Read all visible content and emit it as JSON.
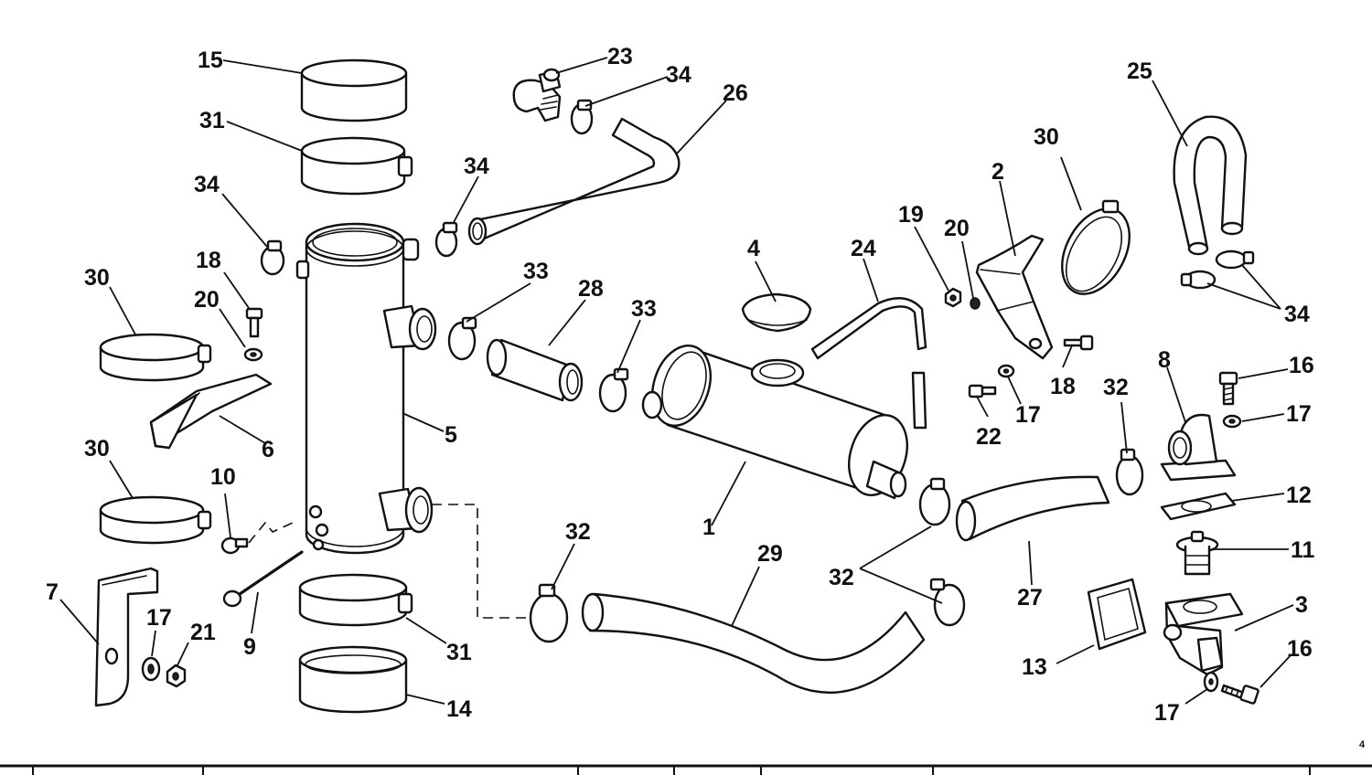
{
  "diagram": {
    "page_marker": "4",
    "callouts": [
      {
        "id": "c1",
        "text": "1"
      },
      {
        "id": "c2",
        "text": "2"
      },
      {
        "id": "c3",
        "text": "3"
      },
      {
        "id": "c4",
        "text": "4"
      },
      {
        "id": "c5",
        "text": "5"
      },
      {
        "id": "c6",
        "text": "6"
      },
      {
        "id": "c7",
        "text": "7"
      },
      {
        "id": "c8",
        "text": "8"
      },
      {
        "id": "c9",
        "text": "9"
      },
      {
        "id": "c10",
        "text": "10"
      },
      {
        "id": "c11",
        "text": "11"
      },
      {
        "id": "c12",
        "text": "12"
      },
      {
        "id": "c13",
        "text": "13"
      },
      {
        "id": "c14",
        "text": "14"
      },
      {
        "id": "c15",
        "text": "15"
      },
      {
        "id": "c16a",
        "text": "16"
      },
      {
        "id": "c16b",
        "text": "16"
      },
      {
        "id": "c17a",
        "text": "17"
      },
      {
        "id": "c17b",
        "text": "17"
      },
      {
        "id": "c17c",
        "text": "17"
      },
      {
        "id": "c17d",
        "text": "17"
      },
      {
        "id": "c18a",
        "text": "18"
      },
      {
        "id": "c18b",
        "text": "18"
      },
      {
        "id": "c19",
        "text": "19"
      },
      {
        "id": "c20a",
        "text": "20"
      },
      {
        "id": "c20b",
        "text": "20"
      },
      {
        "id": "c21",
        "text": "21"
      },
      {
        "id": "c22",
        "text": "22"
      },
      {
        "id": "c23",
        "text": "23"
      },
      {
        "id": "c24",
        "text": "24"
      },
      {
        "id": "c25",
        "text": "25"
      },
      {
        "id": "c26",
        "text": "26"
      },
      {
        "id": "c27",
        "text": "27"
      },
      {
        "id": "c28",
        "text": "28"
      },
      {
        "id": "c29",
        "text": "29"
      },
      {
        "id": "c30a",
        "text": "30"
      },
      {
        "id": "c30b",
        "text": "30"
      },
      {
        "id": "c30c",
        "text": "30"
      },
      {
        "id": "c31a",
        "text": "31"
      },
      {
        "id": "c31b",
        "text": "31"
      },
      {
        "id": "c32a",
        "text": "32"
      },
      {
        "id": "c32b",
        "text": "32"
      },
      {
        "id": "c32c",
        "text": "32"
      },
      {
        "id": "c33a",
        "text": "33"
      },
      {
        "id": "c33b",
        "text": "33"
      },
      {
        "id": "c34a",
        "text": "34"
      },
      {
        "id": "c34b",
        "text": "34"
      },
      {
        "id": "c34c",
        "text": "34"
      },
      {
        "id": "c34d",
        "text": "34"
      }
    ]
  }
}
